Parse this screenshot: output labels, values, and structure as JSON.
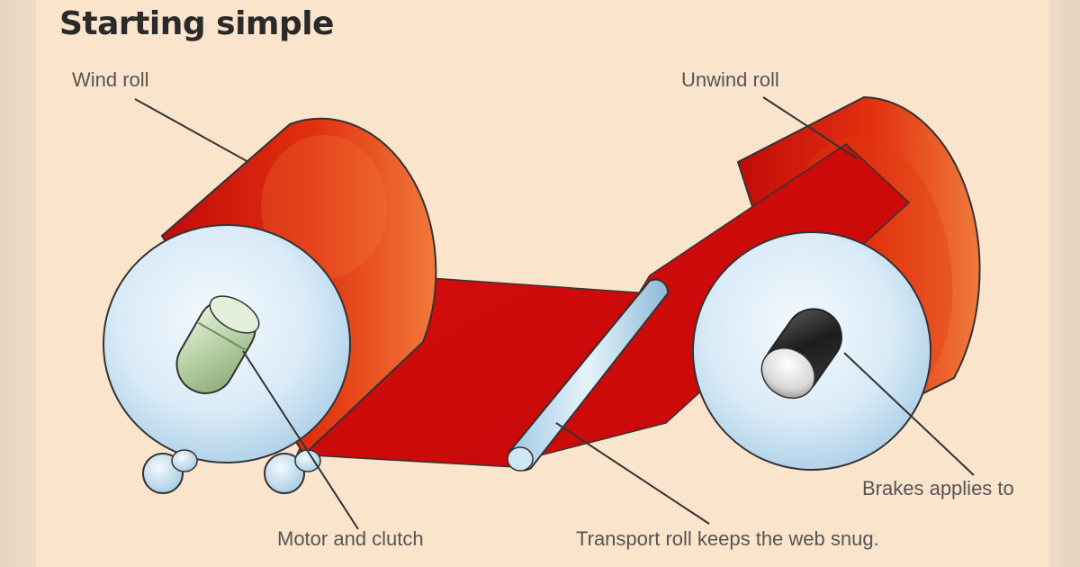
{
  "title": "Starting simple",
  "labels": {
    "wind_roll": "Wind roll",
    "unwind_roll": "Unwind roll",
    "motor_clutch": "Motor and clutch",
    "transport_roll": "Transport roll keeps the web snug.",
    "brakes": "Brakes applies to"
  },
  "colors": {
    "web_red": "#d7100e",
    "roll_face": "#dfeef8",
    "background": "#fbe4cc"
  }
}
